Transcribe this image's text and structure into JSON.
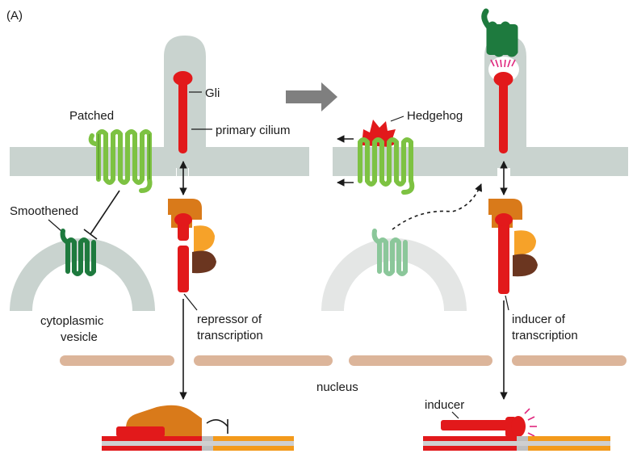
{
  "panel_label": "(A)",
  "labels": {
    "gli": "Gli",
    "primary_cilium": "primary cilium",
    "patched": "Patched",
    "smoothened": "Smoothened",
    "cytoplasmic_vesicle_line1": "cytoplasmic",
    "cytoplasmic_vesicle_line2": "vesicle",
    "repressor_line1": "repressor of",
    "repressor_line2": "transcription",
    "hedgehog": "Hedgehog",
    "inducer_line1": "inducer of",
    "inducer_line2": "transcription",
    "nucleus": "nucleus",
    "inducer": "inducer"
  },
  "colors": {
    "membrane": "#c9d3cf",
    "vesicle_faded": "#e4e6e5",
    "nuclear_envelope": "#dcb59a",
    "gli_red": "#e2191b",
    "patched_green": "#7dc242",
    "smoothened_dark": "#1e7a3e",
    "smoothened_faded": "#8bc79a",
    "orange_dark": "#d97a1a",
    "orange_light": "#f6a229",
    "brown": "#6b3620",
    "arrow_gray": "#7f7f7f",
    "dna_orange": "#f39a1b",
    "dna_gray": "#bfbfbf",
    "magenta": "#e0267d"
  }
}
